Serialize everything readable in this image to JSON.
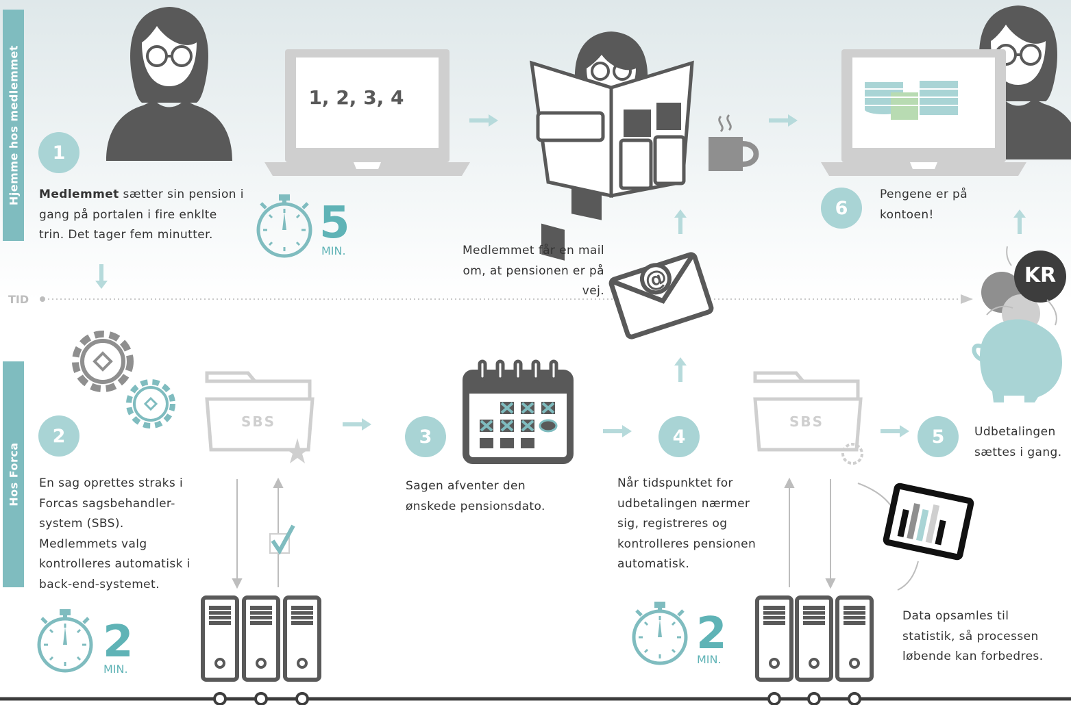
{
  "side_tabs": {
    "home": "Hjemme hos medlemmet",
    "forca": "Hos Forca"
  },
  "timeline": {
    "label": "TID"
  },
  "laptop": {
    "screen_text": "1, 2, 3, 4"
  },
  "steps": [
    {
      "num": "1",
      "bold": "Medlemmet",
      "text": " sætter sin pension i gang på portalen i fire enklte trin. Det tager fem minutter."
    },
    {
      "num": "2",
      "text": "En sag oprettes straks i Forcas sagsbehandler-system (SBS). Medlemmets valg kontrolleres automatisk i back-end-systemet."
    },
    {
      "num": "3",
      "text": "Sagen afventer den ønskede pensionsdato."
    },
    {
      "num": "4",
      "text": "Når tidspunktet for udbetalingen nærmer sig, registreres og kontrolleres pensionen automatisk."
    },
    {
      "num": "5",
      "text": "Udbetalingen sættes i gang."
    },
    {
      "num": "6",
      "text": "Pengene er på kontoen!"
    }
  ],
  "mail_note": "Medlemmet får en mail om, at pensionen er på vej.",
  "stats_note": "Data opsamles til statistik, så processen løbende kan forbedres.",
  "timers": [
    {
      "value": "5",
      "unit": "MIN."
    },
    {
      "value": "2",
      "unit": "MIN."
    },
    {
      "value": "2",
      "unit": "MIN."
    }
  ],
  "folder_label": "SBS",
  "currency_label": "KR",
  "colors": {
    "teal": "#5fb3b6",
    "light_teal": "#a9d4d5",
    "gray": "#595959",
    "mid_gray": "#9a9a9a",
    "light_gray": "#cfcfcf",
    "tab": "#7fbcbf"
  }
}
